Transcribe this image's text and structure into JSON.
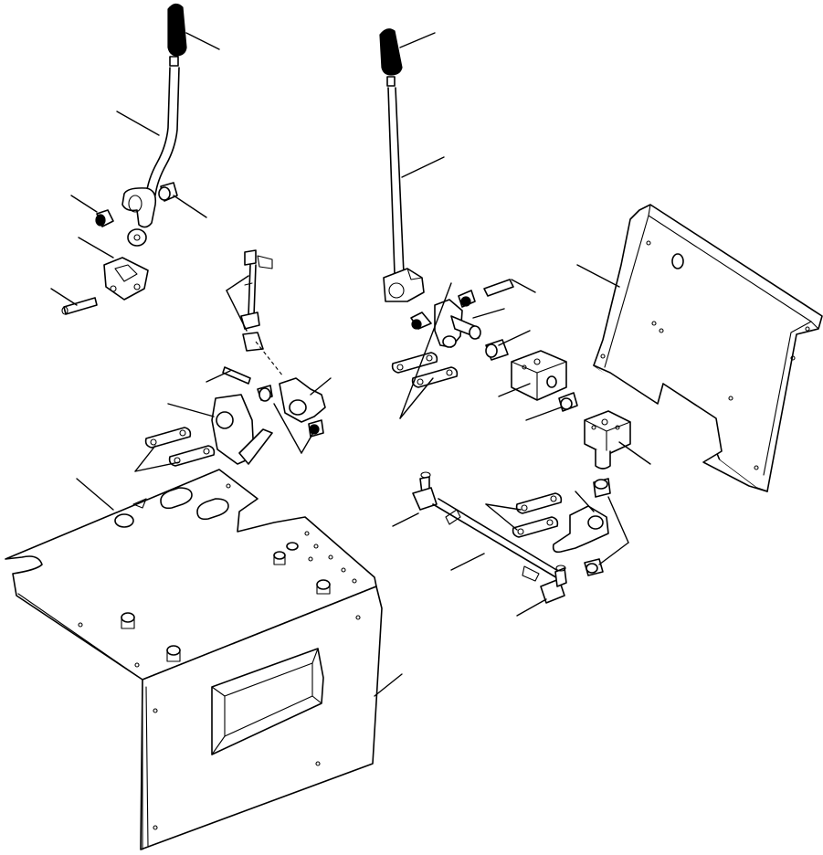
{
  "diagram": {
    "type": "exploded-parts-view",
    "text_labels": [],
    "callout_count": 24,
    "assemblies": [
      {
        "name": "left-control-lever-assembly",
        "icons": [
          "lever-grip-icon",
          "bent-lever-shaft-icon",
          "bushing-icon",
          "pivot-bracket-icon",
          "pin-icon"
        ]
      },
      {
        "name": "center-linkage",
        "icons": [
          "rod-end-icon",
          "bellcrank-icon",
          "link-plates-icon"
        ]
      },
      {
        "name": "left-floor-plate-and-console",
        "icons": [
          "floor-plate-icon",
          "console-side-panel-icon"
        ]
      },
      {
        "name": "right-control-lever-assembly",
        "icons": [
          "lever-grip-icon",
          "straight-lever-shaft-icon",
          "yoke-icon",
          "block-icon"
        ]
      },
      {
        "name": "right-linkage",
        "icons": [
          "tie-rod-icon",
          "ball-joint-icon",
          "crank-arm-icon",
          "link-plates-icon"
        ]
      },
      {
        "name": "right-console-cover",
        "icons": [
          "cover-plate-icon"
        ]
      }
    ]
  }
}
